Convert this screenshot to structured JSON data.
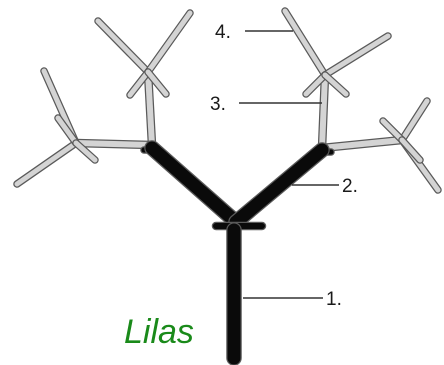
{
  "labels": {
    "trunk": "1.",
    "main_branch": "2.",
    "secondary_branch": "3.",
    "twig": "4."
  },
  "caption": "Lilas",
  "colors": {
    "caption": "#1a8a1a",
    "dark_stem": "#0a0a0a",
    "light_stem": "#d4d4d4",
    "outline": "#5a5a5a"
  }
}
